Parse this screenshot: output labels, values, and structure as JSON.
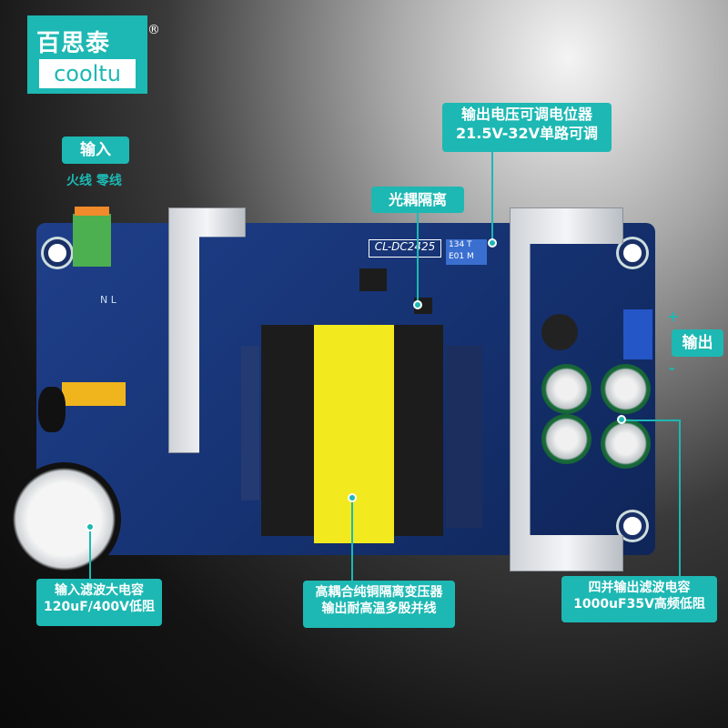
{
  "brand": {
    "name_cn": "百思泰",
    "registered": "®",
    "name_en": "cooltu"
  },
  "labels": {
    "input": "输入",
    "live_neutral": "火线 零线",
    "optocoupler": "光耦隔离",
    "pot_line1": "输出电压可调电位器",
    "pot_line2": "21.5V-32V单路可调",
    "output": "输出",
    "plus": "+",
    "minus": "-",
    "input_cap_line1": "输入滤波大电容",
    "input_cap_line2": "120uF/400V低阻",
    "transformer_line1": "高耦合纯铜隔离变压器",
    "transformer_line2": "输出耐高温多股并线",
    "output_cap_line1": "四并输出滤波电容",
    "output_cap_line2": "1000uF35V高频低阻"
  },
  "board": {
    "model": "CL-DC2425",
    "pot_mark1": "134 T",
    "pot_mark2": "E01 M",
    "terminal_mark": "N  L"
  },
  "colors": {
    "accent": "#1db8b3",
    "pcb": "#1a3a80",
    "transformer": "#f2ea1e"
  }
}
